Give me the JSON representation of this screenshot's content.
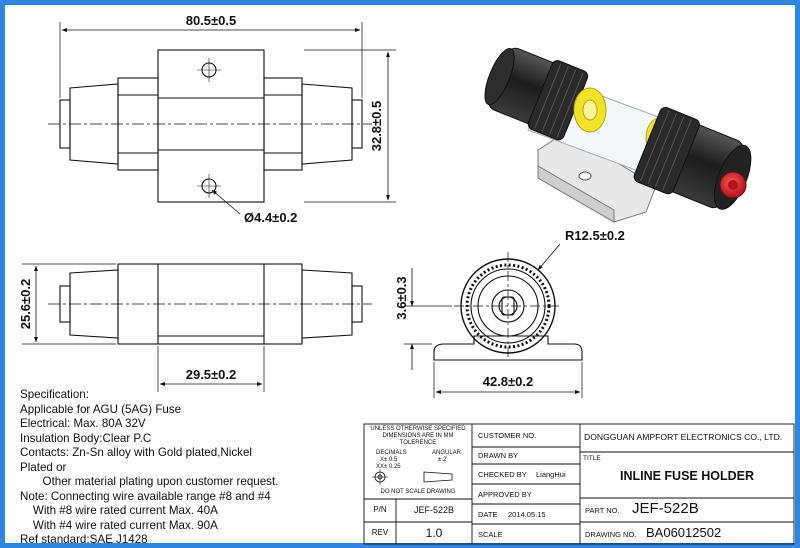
{
  "dimensions": {
    "length": "80.5±0.5",
    "height": "32.8±0.5",
    "hole": "Ø4.4±0.2",
    "radius": "R12.5±0.2",
    "side_height": "25.6±0.2",
    "bracket_width": "29.5±0.2",
    "center_offset": "3.6±0.3",
    "base_width": "42.8±0.2"
  },
  "specification": [
    "Specification:",
    "Applicable for AGU (5AG) Fuse",
    "Electrical: Max. 80A 32V",
    "Insulation Body:Clear P.C",
    "Contacts: Zn-Sn alloy with Gold plated,Nickel",
    "Plated or",
    "       Other material plating upon customer request.",
    "Note: Connecting wire available range #8 and #4",
    "    With #8 wire rated current Max. 40A",
    "    With #4 wire rated current Max. 90A",
    "Ref standard:SAE J1428"
  ],
  "title_block": {
    "tolerance_note": [
      "UNLESS OTHERWISE SPECIFIED",
      "DIMENSIONS ARE IN MM",
      "TOLERENCE"
    ],
    "decimals_label": "DECIMALS",
    "angular_label": "ANGULAR",
    "tol_x": "X±  0.5",
    "tol_angle": "±  2'",
    "tol_xx": "XX± 0.25",
    "no_scale": "DO NOT SCALE DRAWING",
    "pn_label": "P/N",
    "pn_value": "JEF-522B",
    "rev_label": "REV",
    "rev_value": "1.0",
    "customer_no_label": "CUSTOMER NO.",
    "drawn_by_label": "DRAWN BY",
    "checked_by_label": "CHECKED BY",
    "checked_by_value": "LiangHui",
    "approved_by_label": "APPROVED BY",
    "date_label": "DATE",
    "date_value": "2014.05.15",
    "scale_label": "SCALE",
    "company": "DONGGUAN AMPFORT ELECTRONICS CO., LTD.",
    "title_label": "TITLE",
    "title_value": "INLINE FUSE HOLDER",
    "part_no_label": "PART NO.",
    "part_no_value": "JEF-522B",
    "drawing_no_label": "DRAWING NO.",
    "drawing_no_value": "BA06012502"
  },
  "colors": {
    "border": "#2f86e0",
    "line": "#111111",
    "accent_red": "#d0202a",
    "accent_yellow": "#f2e22a"
  }
}
